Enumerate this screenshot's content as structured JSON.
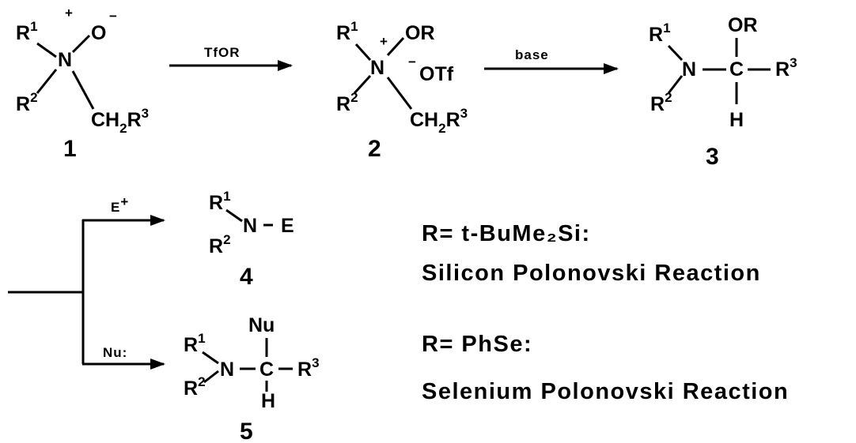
{
  "title": "",
  "reagents": {
    "step1": "TfOR",
    "step2": "base",
    "electrophile": "E",
    "electrophile_charge": "+",
    "nucleophile": "Nu:"
  },
  "compound_numbers": {
    "c1": "1",
    "c2": "2",
    "c3": "3",
    "c4": "4",
    "c5": "5"
  },
  "atoms": {
    "R": "R",
    "sup1": "1",
    "sup2": "2",
    "sup3": "3",
    "N": "N",
    "O": "O",
    "OR": "OR",
    "OTf": "OTf",
    "C": "C",
    "H": "H",
    "Nu": "Nu",
    "E": "E",
    "CH": "CH",
    "plus": "+",
    "minus": "−",
    "dash": "−"
  },
  "annotations": {
    "silicon_reagent": "R= t-BuMe₂Si:",
    "silicon_name": "Silicon Polonovski Reaction",
    "selenium_reagent": "R= PhSe:",
    "selenium_name": "Selenium Polonovski Reaction"
  }
}
